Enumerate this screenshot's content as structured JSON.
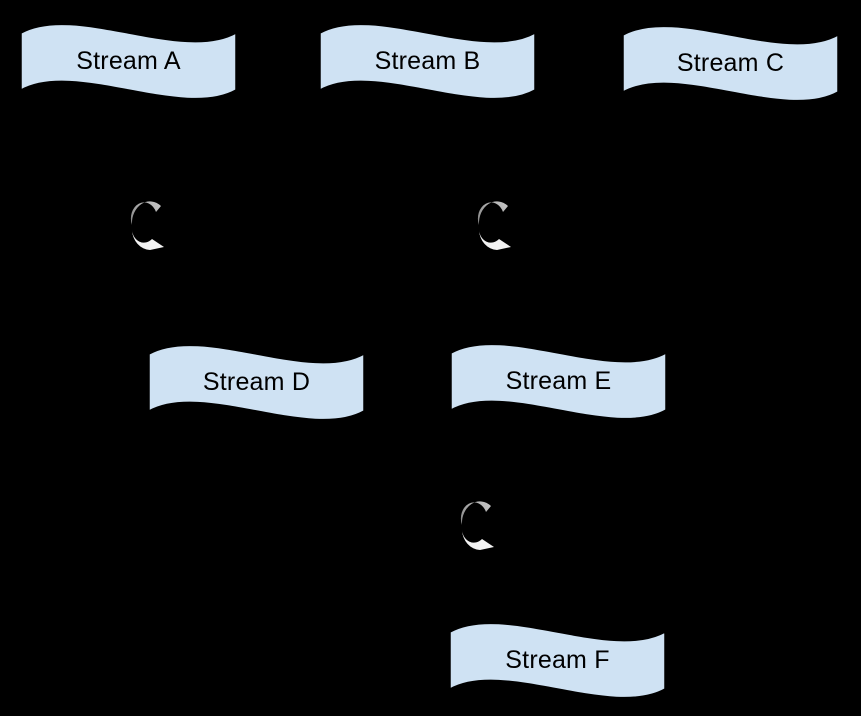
{
  "canvas": {
    "background_color": "#000000"
  },
  "colors": {
    "node_fill": "#cfe2f3",
    "node_border": "#000000",
    "node_label": "#000000",
    "loop_arrow_upper_light": "#c9c9c9",
    "loop_arrow_upper_dark": "#8f8f8f",
    "loop_arrow_lower": "#f2f2f2"
  },
  "diagram": {
    "nodes": [
      {
        "id": "stream-a",
        "label": "Stream A"
      },
      {
        "id": "stream-b",
        "label": "Stream B"
      },
      {
        "id": "stream-c",
        "label": "Stream C"
      },
      {
        "id": "stream-d",
        "label": "Stream D"
      },
      {
        "id": "stream-e",
        "label": "Stream E"
      },
      {
        "id": "stream-f",
        "label": "Stream F"
      }
    ],
    "icons": [
      {
        "id": "loop-1",
        "name": "circular-arrow-icon"
      },
      {
        "id": "loop-2",
        "name": "circular-arrow-icon"
      },
      {
        "id": "loop-3",
        "name": "circular-arrow-icon"
      }
    ]
  }
}
